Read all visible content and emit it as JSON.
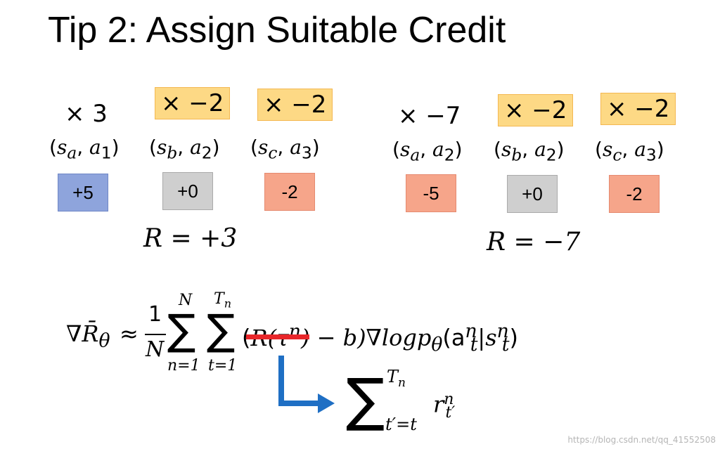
{
  "title": "Tip 2: Assign Suitable Credit",
  "left": {
    "multipliers": [
      "× 3",
      "× −2",
      "× −2"
    ],
    "pairs": [
      {
        "s": "s",
        "s_sub": "a",
        "a": "a",
        "a_sub": "1"
      },
      {
        "s": "s",
        "s_sub": "b",
        "a": "a",
        "a_sub": "2"
      },
      {
        "s": "s",
        "s_sub": "c",
        "a": "a",
        "a_sub": "3"
      }
    ],
    "rewards": [
      "+5",
      "+0",
      "-2"
    ],
    "total": "R = +3"
  },
  "right": {
    "multipliers": [
      "× −7",
      "× −2",
      "× −2"
    ],
    "pairs": [
      {
        "s": "s",
        "s_sub": "a",
        "a": "a",
        "a_sub": "2"
      },
      {
        "s": "s",
        "s_sub": "b",
        "a": "a",
        "a_sub": "2"
      },
      {
        "s": "s",
        "s_sub": "c",
        "a": "a",
        "a_sub": "3"
      }
    ],
    "rewards": [
      "-5",
      "+0",
      "-2"
    ],
    "total": "R = −7"
  },
  "equation": {
    "lhs": "∇R̄",
    "lhs_sub": "θ",
    "approx": "≈",
    "frac_num": "1",
    "frac_den": "N",
    "sum1_top": "N",
    "sum1_bottom": "n=1",
    "sum2_top": "T",
    "sum2_top_sub": "n",
    "sum2_bottom": "t=1",
    "crossed": "R(τ",
    "crossed_sup": "n",
    "rest": ") − b)∇logp",
    "rest_sub": "θ",
    "args": "(a",
    "args_sup": "n",
    "args_sub": "t",
    "bar": "|s",
    "bar_sup": "n",
    "bar_sub": "t",
    "close": ")",
    "open_paren": "("
  },
  "replacement": {
    "sum_top": "T",
    "sum_top_sub": "n",
    "sum_bottom": "t′=t",
    "term": "r",
    "term_sup": "n",
    "term_sub": "t′"
  },
  "watermark": "https://blog.csdn.net/qq_41552508",
  "colors": {
    "highlight": "#fdd985",
    "blue_box": "#8ea4dc",
    "gray_box": "#cfcfcf",
    "pink_box": "#f6a58a",
    "strike": "#e8262a",
    "arrow": "#1f6fc4"
  }
}
